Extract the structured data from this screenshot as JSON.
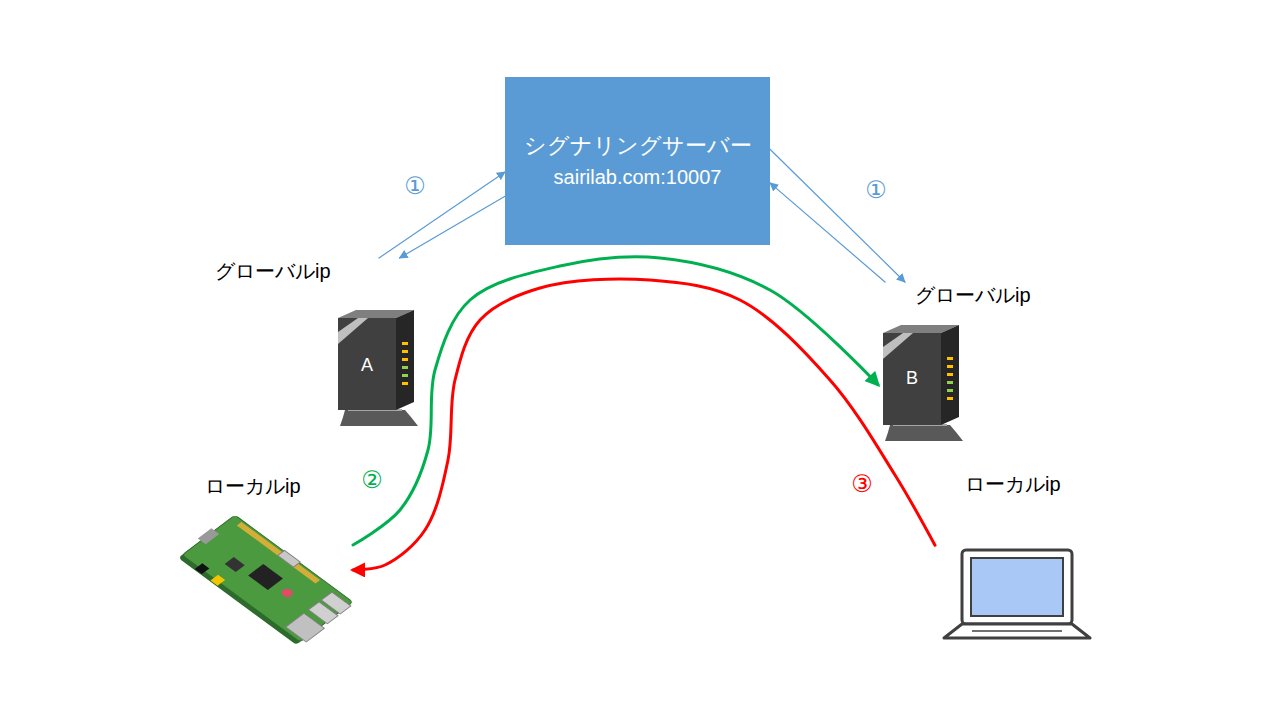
{
  "diagram": {
    "nodes": [
      {
        "text": [
          "シグナリングサーバー",
          "sairilab.com:10007"
        ]
      },
      {
        "text": [
          "グローバルip",
          "A"
        ]
      },
      {
        "text": [
          "グローバルip",
          "B"
        ]
      },
      {
        "text": [
          "ローカルip"
        ]
      },
      {
        "text": [
          "ローカルip"
        ]
      }
    ],
    "edges": [
      {
        "from": 1,
        "to": 0,
        "arrow": "to",
        "label": "①"
      },
      {
        "from": 0,
        "to": 1,
        "arrow": "to"
      },
      {
        "from": 0,
        "to": 2,
        "arrow": "to",
        "label": "①"
      },
      {
        "from": 2,
        "to": 0,
        "arrow": "to"
      },
      {
        "from": 3,
        "to": 2,
        "arrow": "to",
        "label": "②"
      },
      {
        "from": 4,
        "to": 3,
        "arrow": "to",
        "label": "③"
      }
    ]
  }
}
